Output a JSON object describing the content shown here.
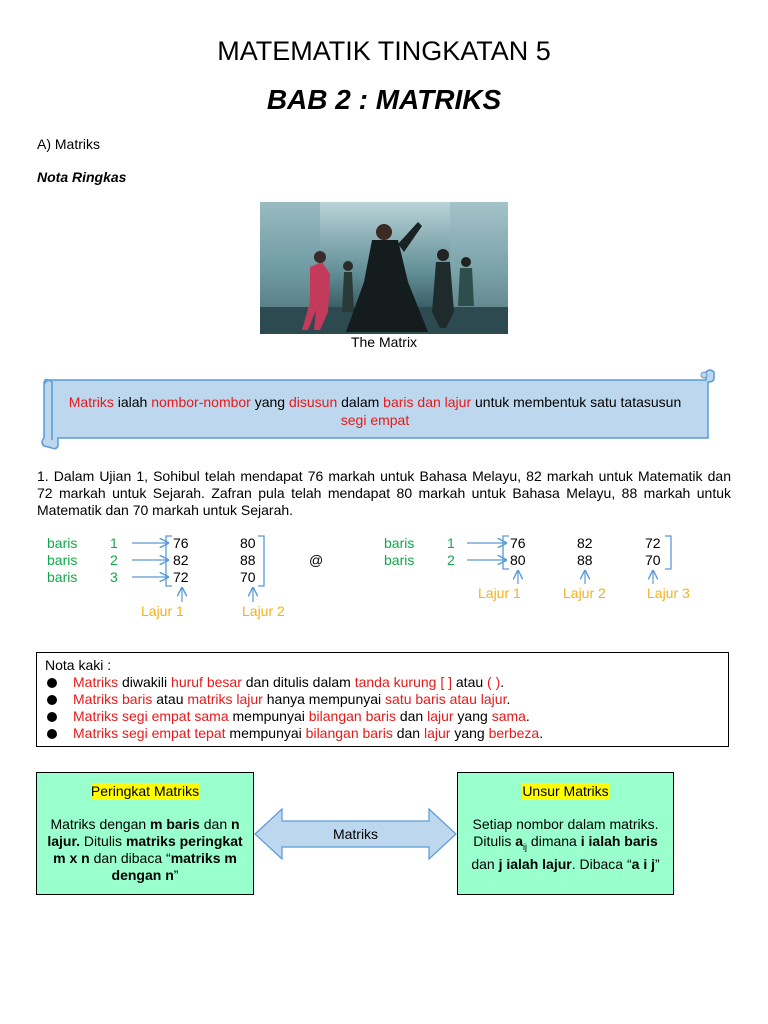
{
  "header": {
    "title": "MATEMATIK TINGKATAN 5",
    "subtitle": "BAB 2 : MATRIKS"
  },
  "section_a": "A) Matriks",
  "nota_ringkas": "Nota Ringkas",
  "image_caption": "The Matrix",
  "definition": {
    "w1": "Matriks",
    "w2": " ialah ",
    "w3": "nombor-nombor",
    "w4": " yang ",
    "w5": "disusun",
    "w6": " dalam ",
    "w7": "baris dan lajur",
    "w8": " untuk membentuk satu tatasusun ",
    "w9": "segi empat"
  },
  "question1": "1. Dalam Ujian 1, Sohibul telah mendapat 76 markah untuk Bahasa Melayu, 82 markah untuk Matematik dan 72 markah untuk Sejarah. Zafran pula telah mendapat 80 markah untuk Bahasa Melayu, 88 markah untuk Matematik dan 70 markah untuk Sejarah.",
  "matrix_left": {
    "rows": [
      {
        "label": "baris",
        "num": "1",
        "a": "76",
        "b": "80"
      },
      {
        "label": "baris",
        "num": "2",
        "a": "82",
        "b": "88"
      },
      {
        "label": "baris",
        "num": "3",
        "a": "72",
        "b": "70"
      }
    ],
    "cols": [
      "Lajur 1",
      "Lajur 2"
    ]
  },
  "at_symbol": "@",
  "matrix_right": {
    "rows": [
      {
        "label": "baris",
        "num": "1",
        "a": "76",
        "b": "82",
        "c": "72"
      },
      {
        "label": "baris",
        "num": "2",
        "a": "80",
        "b": "88",
        "c": "70"
      }
    ],
    "cols": [
      "Lajur 1",
      "Lajur 2",
      "Lajur 3"
    ]
  },
  "footnote": {
    "title": "Nota kaki :",
    "l1": {
      "a": "Matriks",
      "b": " diwakili ",
      "c": "huruf besar",
      "d": " dan ditulis dalam ",
      "e": "tanda kurung [ ]",
      "f": " atau ",
      "g": "( )",
      "h": "."
    },
    "l2": {
      "a": "Matriks baris",
      "b": " atau ",
      "c": "matriks lajur",
      "d": " hanya mempunyai ",
      "e": "satu baris atau lajur",
      "f": "."
    },
    "l3": {
      "a": "Matriks segi empat sama",
      "b": " mempunyai ",
      "c": "bilangan baris",
      "d": " dan ",
      "e": "lajur",
      "f": " yang ",
      "g": "sama",
      "h": "."
    },
    "l4": {
      "a": "Matriks segi empat tepat",
      "b": " mempunyai ",
      "c": "bilangan baris",
      "d": " dan ",
      "e": "lajur",
      "f": " yang ",
      "g": "berbeza",
      "h": "."
    }
  },
  "peringkat": {
    "heading": "Peringkat Matriks",
    "t1": "Matriks dengan ",
    "t2": "m baris",
    "t3": " dan ",
    "t4": "n lajur.",
    "t5": " Ditulis ",
    "t6": "matriks peringkat m x n",
    "t7": " dan dibaca “",
    "t8": "matriks m dengan n",
    "t9": "”"
  },
  "arrow_label": "Matriks",
  "unsur": {
    "heading": "Unsur Matriks",
    "t1": "Setiap nombor dalam matriks. Ditulis ",
    "t2": "a",
    "t3": "ij",
    "t4": " dimana ",
    "t5": "i ialah baris",
    "t6": " dan ",
    "t7": "j ialah lajur",
    "t8": ". Dibaca “",
    "t9": "a i j",
    "t10": "”"
  },
  "colors": {
    "red": "#e8191a",
    "green": "#11a84a",
    "gold": "#f2b21a",
    "arrow_blue": "#5b9bd5",
    "scroll_fill": "#bdd7ee",
    "box_green": "#99ffcc",
    "highlight": "#ffff00"
  }
}
